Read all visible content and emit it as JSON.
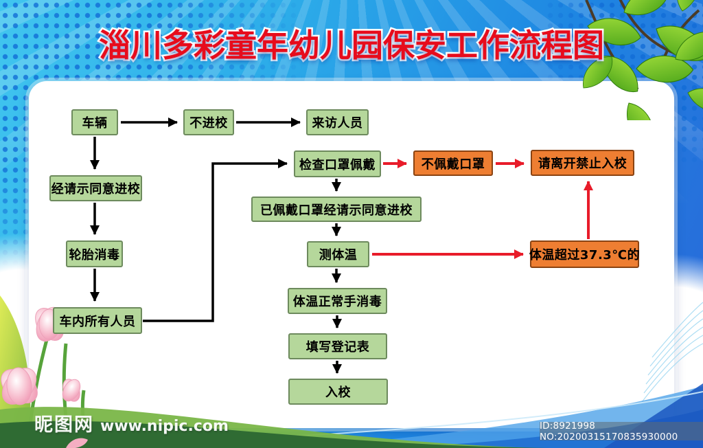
{
  "title": "淄川多彩童年幼儿园保安工作流程图",
  "flowchart": {
    "nodes": {
      "vehicle": {
        "label": "车辆",
        "type": "green"
      },
      "no_entry": {
        "label": "不进校",
        "type": "green"
      },
      "visitors": {
        "label": "来访人员",
        "type": "green"
      },
      "permission_entry": {
        "label": "经请示同意进校",
        "type": "green"
      },
      "tire_disinfect": {
        "label": "轮胎消毒",
        "type": "green"
      },
      "all_in_vehicle": {
        "label": "车内所有人员",
        "type": "green"
      },
      "check_mask": {
        "label": "检查口罩佩戴",
        "type": "green"
      },
      "no_mask": {
        "label": "不佩戴口罩",
        "type": "orange"
      },
      "leave_no_entry": {
        "label": "请离开禁止入校",
        "type": "orange"
      },
      "mask_permission_entry": {
        "label": "已佩戴口罩经请示同意进校",
        "type": "green"
      },
      "measure_temp": {
        "label": "测体温",
        "type": "green"
      },
      "temp_over": {
        "label": "体温超过37.3℃的",
        "type": "orange"
      },
      "temp_normal": {
        "label": "体温正常手消毒",
        "type": "green"
      },
      "fill_form": {
        "label": "填写登记表",
        "type": "green"
      },
      "enter_school": {
        "label": "入校",
        "type": "green"
      }
    },
    "edges": [
      {
        "from": "vehicle",
        "to": "no_entry",
        "color": "black"
      },
      {
        "from": "no_entry",
        "to": "visitors",
        "color": "black"
      },
      {
        "from": "vehicle",
        "to": "permission_entry",
        "color": "black"
      },
      {
        "from": "permission_entry",
        "to": "tire_disinfect",
        "color": "black"
      },
      {
        "from": "tire_disinfect",
        "to": "all_in_vehicle",
        "color": "black"
      },
      {
        "from": "all_in_vehicle",
        "to": "check_mask",
        "color": "black"
      },
      {
        "from": "check_mask",
        "to": "mask_permission_entry",
        "color": "black"
      },
      {
        "from": "mask_permission_entry",
        "to": "measure_temp",
        "color": "black"
      },
      {
        "from": "measure_temp",
        "to": "temp_normal",
        "color": "black"
      },
      {
        "from": "temp_normal",
        "to": "fill_form",
        "color": "black"
      },
      {
        "from": "fill_form",
        "to": "enter_school",
        "color": "black"
      },
      {
        "from": "check_mask",
        "to": "no_mask",
        "color": "red"
      },
      {
        "from": "no_mask",
        "to": "leave_no_entry",
        "color": "red"
      },
      {
        "from": "measure_temp",
        "to": "temp_over",
        "color": "red"
      },
      {
        "from": "temp_over",
        "to": "leave_no_entry",
        "color": "red"
      }
    ]
  },
  "colors": {
    "node_green_fill": "#b5d79b",
    "node_green_border": "#6d8a5d",
    "node_orange_fill": "#ee7e32",
    "node_orange_border": "#8a4312",
    "arrow_black": "#000000",
    "arrow_red": "#e81c2a",
    "title_red": "#e70c1c",
    "background_cyan": "#41c6ef",
    "background_blue": "#2a66d8"
  },
  "watermark": {
    "site_name": "昵图网",
    "site_url": "www.nipic.com",
    "id_text": "ID:8921998 NO:20200315170835930000"
  }
}
